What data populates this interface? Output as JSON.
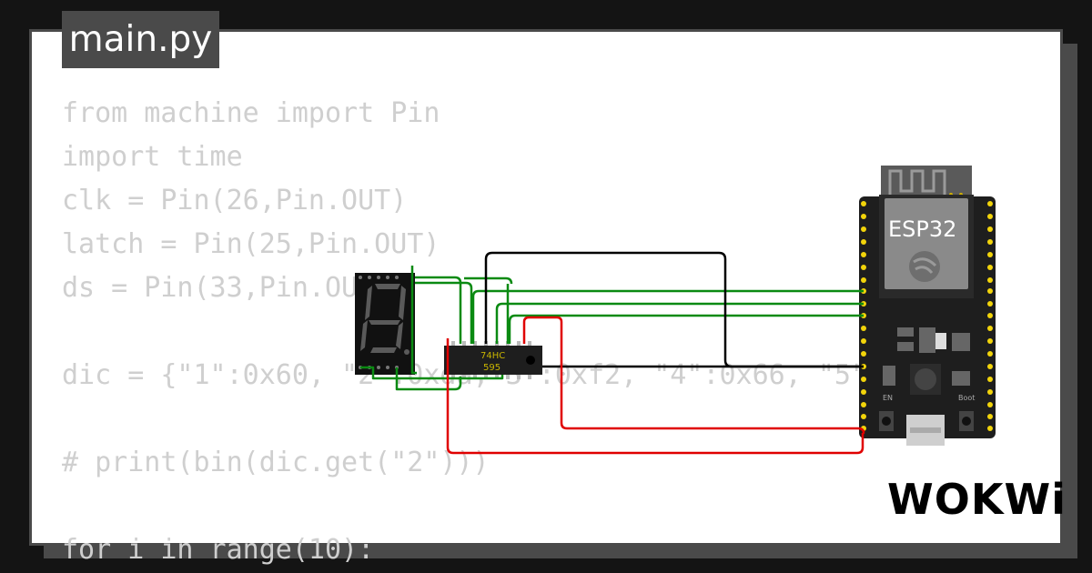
{
  "tab": {
    "filename": "main.py"
  },
  "code_lines": [
    "from machine import Pin",
    "import time",
    "clk = Pin(26,Pin.OUT)",
    "latch = Pin(25,Pin.OUT)",
    "ds = Pin(33,Pin.OUT)",
    "",
    "dic = {\"1\":0x60, \"2\":0xda,\"3\":0xf2, \"4\":0x66, \"5\":0xb6,",
    "",
    "# print(bin(dic.get(\"2\")))",
    "",
    "for i in range(10):"
  ],
  "board": {
    "name": "ESP32",
    "button_en": "EN",
    "button_boot": "Boot"
  },
  "chip": {
    "line1": "74HC",
    "line2": "595"
  },
  "brand": {
    "logo": "WOKWi"
  },
  "colors": {
    "wire_green": "#0a8a12",
    "wire_black": "#000000",
    "wire_red": "#e00000",
    "pin_yellow": "#f2d40a",
    "board": "#1e1e1e",
    "module": "#5a5a5a"
  }
}
